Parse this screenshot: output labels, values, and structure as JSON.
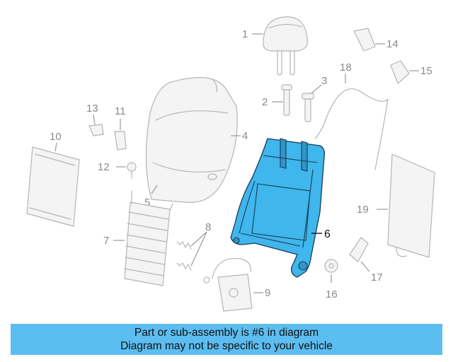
{
  "callouts": {
    "c1": "1",
    "c2": "2",
    "c3": "3",
    "c4": "4",
    "c5": "5",
    "c6": "6",
    "c7": "7",
    "c8": "8",
    "c9": "9",
    "c10": "10",
    "c11": "11",
    "c12": "12",
    "c13": "13",
    "c14": "14",
    "c15": "15",
    "c16": "16",
    "c17": "17",
    "c18": "18",
    "c19": "19"
  },
  "highlighted_part": "6",
  "colors": {
    "highlight": "#3fb6ec",
    "banner": "#5cbdf0",
    "line_art": "#b5b5b5"
  },
  "banner": {
    "line1": "Part or sub-assembly is #6 in diagram",
    "line2": "Diagram may not be specific to your vehicle"
  }
}
